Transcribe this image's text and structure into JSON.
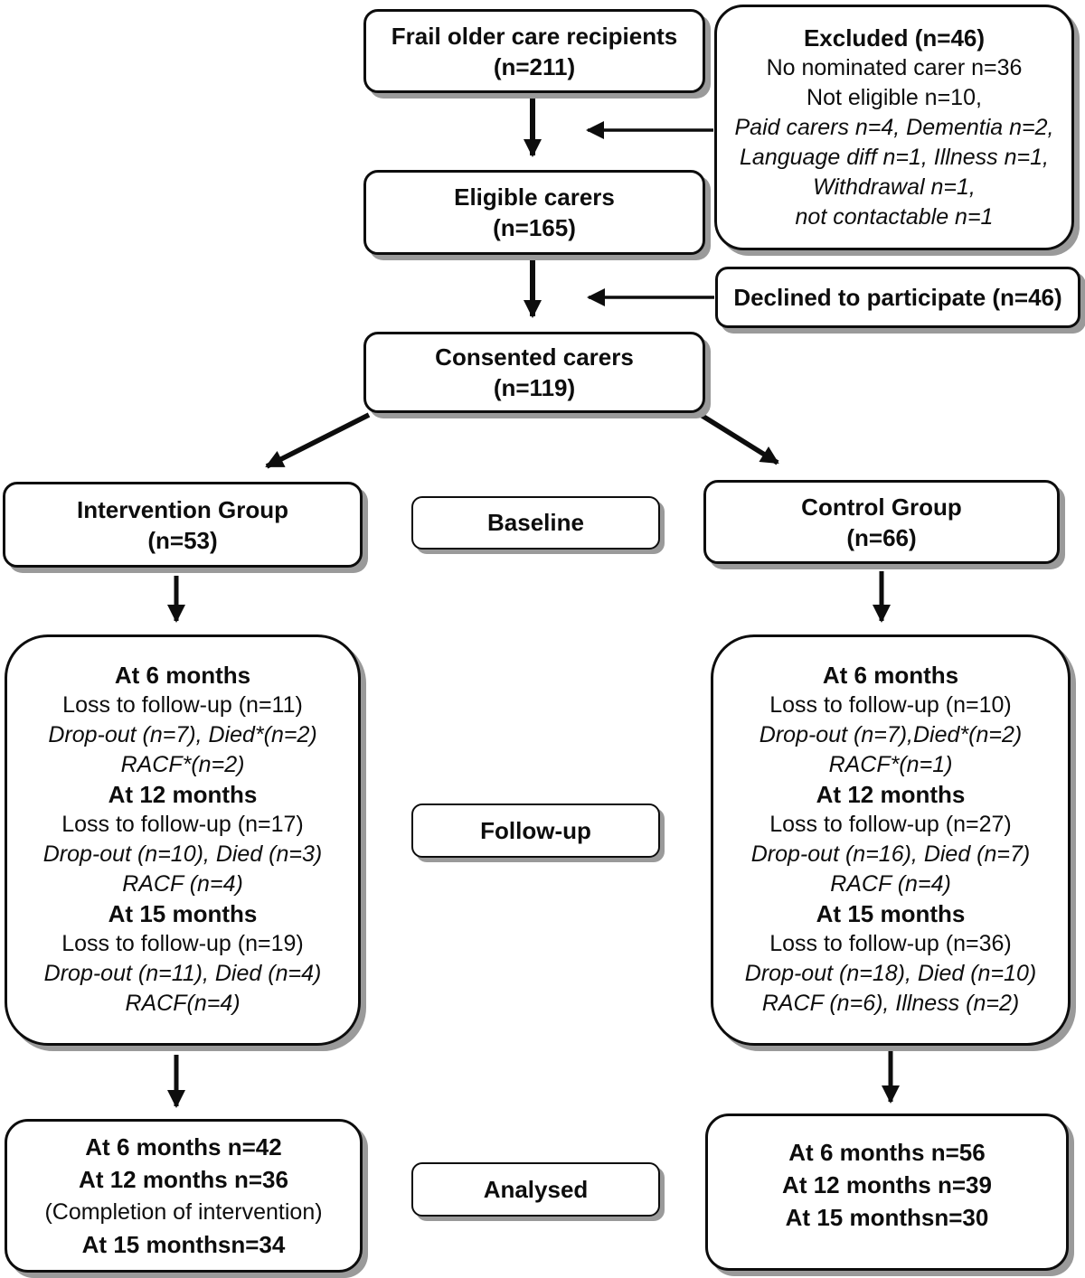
{
  "boxes": {
    "recruited": {
      "line1": "Frail older care recipients",
      "line2": "(n=211)"
    },
    "excluded": {
      "lines": [
        "Excluded (n=46)",
        "No nominated carer n=36",
        "Not eligible n=10,",
        "Paid carers n=4, Dementia n=2,",
        "Language diff n=1, Illness n=1,",
        "Withdrawal n=1,",
        "not contactable n=1"
      ]
    },
    "eligible": {
      "line1": "Eligible carers",
      "line2": "(n=165)"
    },
    "declined": {
      "label": "Declined to participate (n=46)"
    },
    "consented": {
      "line1": "Consented carers",
      "line2": "(n=119)"
    },
    "intervention": {
      "line1": "Intervention Group",
      "line2": "(n=53)"
    },
    "baseline": {
      "label": "Baseline"
    },
    "control": {
      "line1": "Control Group",
      "line2": "(n=66)"
    },
    "intervention_followup": {
      "lines": [
        "At 6 months",
        "Loss to follow-up (n=11)",
        "Drop-out (n=7), Died*(n=2)",
        "RACF*(n=2)",
        "At 12 months",
        "Loss to follow-up (n=17)",
        "Drop-out (n=10), Died (n=3)",
        "RACF (n=4)",
        "At 15 months",
        "Loss to follow-up (n=19)",
        "Drop-out (n=11), Died (n=4)",
        "RACF(n=4)"
      ]
    },
    "followup": {
      "label": "Follow-up"
    },
    "control_followup": {
      "lines": [
        "At 6 months",
        "Loss to follow-up (n=10)",
        "Drop-out (n=7),Died*(n=2)",
        "RACF*(n=1)",
        "At 12 months",
        "Loss to follow-up (n=27)",
        "Drop-out (n=16), Died (n=7)",
        "RACF (n=4)",
        "At 15 months",
        "Loss to follow-up (n=36)",
        "Drop-out (n=18), Died (n=10)",
        "RACF (n=6), Illness (n=2)"
      ]
    },
    "intervention_analysed": {
      "lines": [
        "At 6 months n=42",
        "At 12 months n=36",
        "(Completion of intervention)",
        "At 15 monthsn=34"
      ]
    },
    "analysed": {
      "label": "Analysed"
    },
    "control_analysed": {
      "lines": [
        "At 6 months n=56",
        "At 12 months n=39",
        "At 15 monthsn=30"
      ]
    }
  },
  "colors": {
    "box_background": "#ffffff",
    "box_border": "#0d0d0d",
    "box_shadow": "#9a9a9a",
    "text": "#0d0d0d",
    "arrow": "#0d0d0d"
  }
}
